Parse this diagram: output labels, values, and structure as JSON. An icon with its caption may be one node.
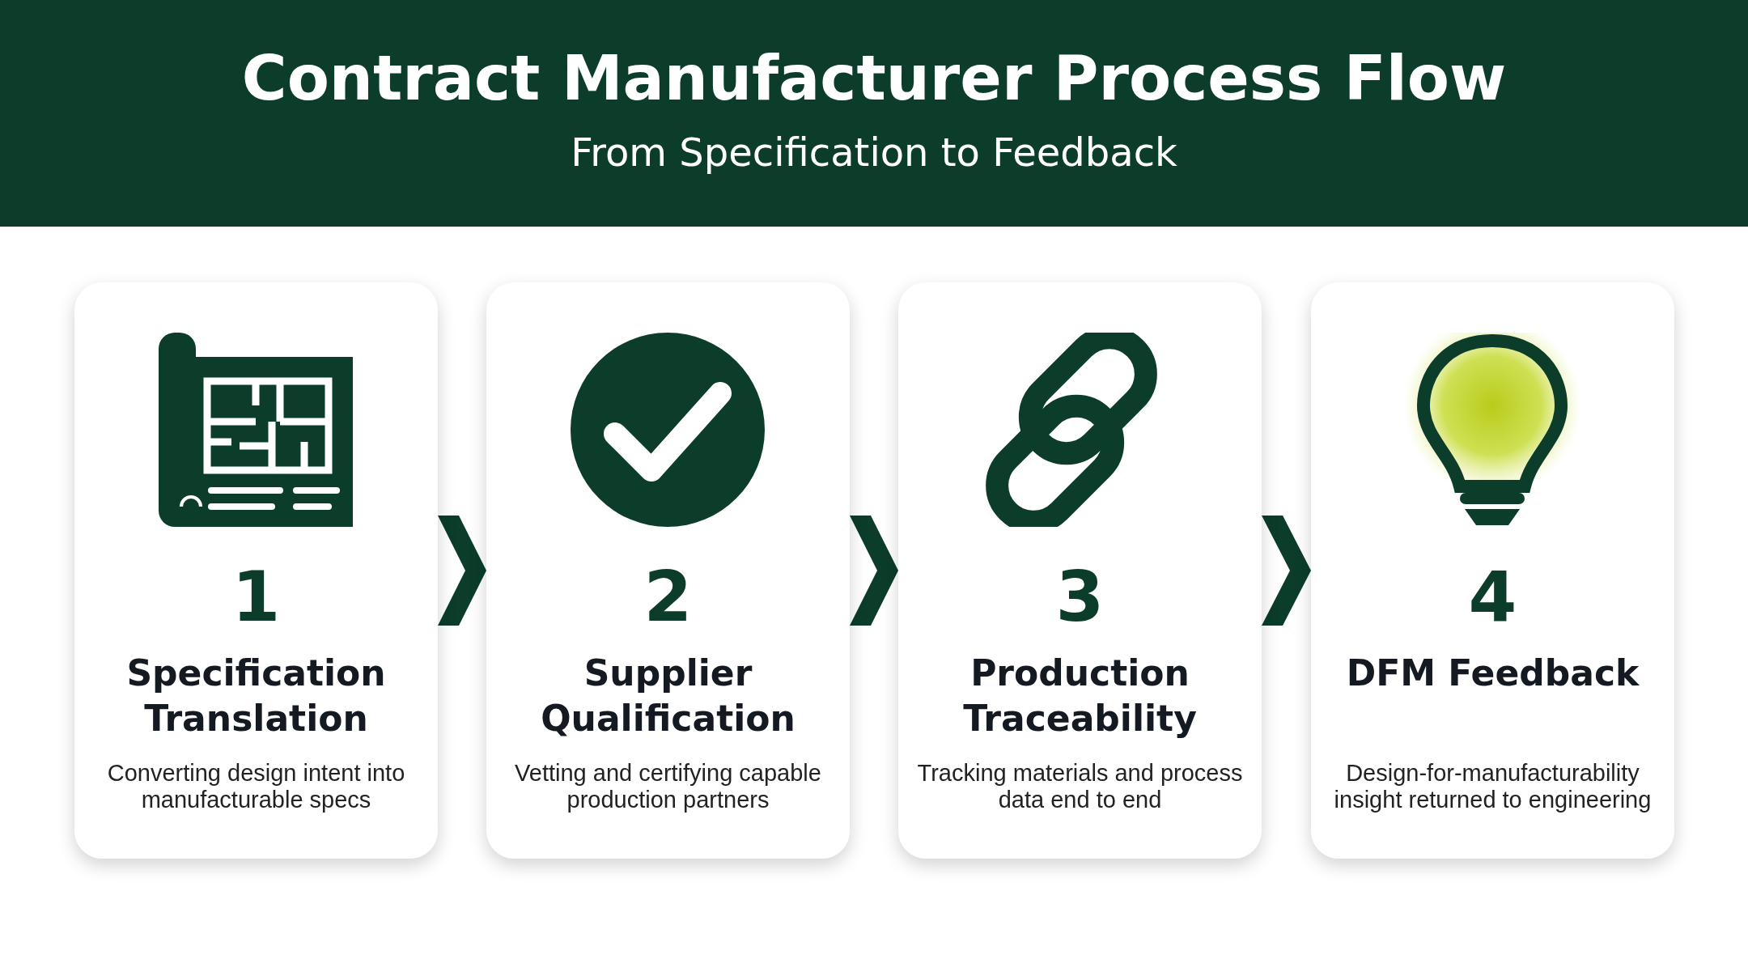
{
  "diagram": {
    "title": "Contract Manufacturer Process Flow",
    "caption": "From Specification to Feedback",
    "nodes": [
      {
        "text": [
          "1",
          "Specification Translation",
          "Converting design intent into manufacturable specs"
        ]
      },
      {
        "text": [
          "2",
          "Supplier Qualification",
          "Vetting and certifying capable production partners"
        ]
      },
      {
        "text": [
          "3",
          "Production Traceability",
          "Tracking materials and process data end to end"
        ]
      },
      {
        "text": [
          "4",
          "DFM Feedback",
          "Design-for-manufacturability insight returned to engineering"
        ]
      }
    ],
    "edges": [
      {
        "from": 0,
        "to": 1,
        "arrow": "to"
      },
      {
        "from": 1,
        "to": 2,
        "arrow": "to"
      },
      {
        "from": 2,
        "to": 3,
        "arrow": "to"
      }
    ]
  }
}
